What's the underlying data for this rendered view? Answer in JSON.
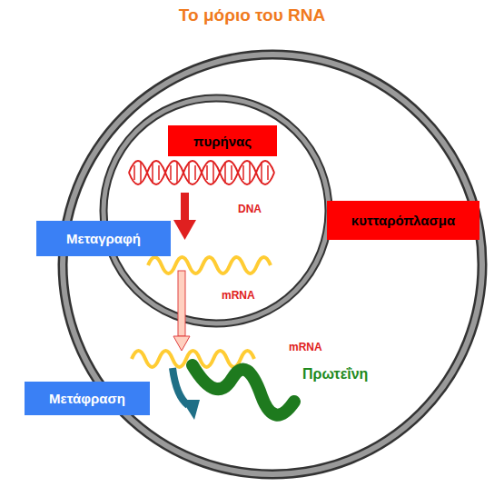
{
  "diagram": {
    "title": "Το μόριο του RNA",
    "nodes": [
      {
        "text": [
          "πυρήνας"
        ]
      },
      {
        "text": [
          "Μεταγραφή"
        ]
      },
      {
        "text": [
          "κυτταρόπλασμα"
        ]
      },
      {
        "text": [
          "Μετάφραση"
        ]
      }
    ],
    "labels": [
      "DNA",
      "mRNA",
      "mRNA",
      "Πρωτεΐνη"
    ]
  }
}
